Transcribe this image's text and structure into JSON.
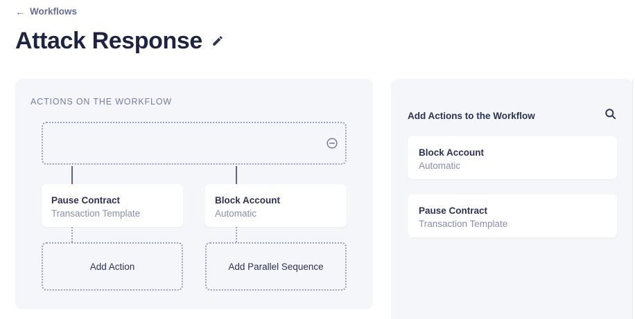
{
  "header": {
    "breadcrumb_label": "Workflows",
    "breadcrumb_icon": "arrow-left-icon",
    "back_arrow": "←",
    "title": "Attack Response",
    "edit_icon": "pencil-icon"
  },
  "workflow_panel": {
    "section_label": "ACTIONS ON THE WORKFLOW",
    "dropzone": {
      "label": "",
      "remove_icon": "minus-circle-icon"
    },
    "branches": [
      {
        "card": {
          "title": "Pause Contract",
          "subtitle": "Transaction Template"
        },
        "add_button_label": "Add Action"
      },
      {
        "card": {
          "title": "Block Account",
          "subtitle": "Automatic"
        },
        "add_button_label": "Add Parallel Sequence"
      }
    ]
  },
  "library_panel": {
    "title": "Add Actions to the Workflow",
    "search_icon": "search-icon",
    "items": [
      {
        "title": "Block Account",
        "subtitle": "Automatic"
      },
      {
        "title": "Pause Contract",
        "subtitle": "Transaction Template"
      }
    ]
  },
  "colors": {
    "page_background": "#ffffff",
    "panel_background": "#f5f6f9",
    "card_background": "#ffffff",
    "text_primary": "#2c3255",
    "text_title": "#1e2340",
    "text_muted": "#878fae",
    "text_label": "#737ba0",
    "border_dotted": "#9aa1bf",
    "connector": "#5e6485"
  }
}
